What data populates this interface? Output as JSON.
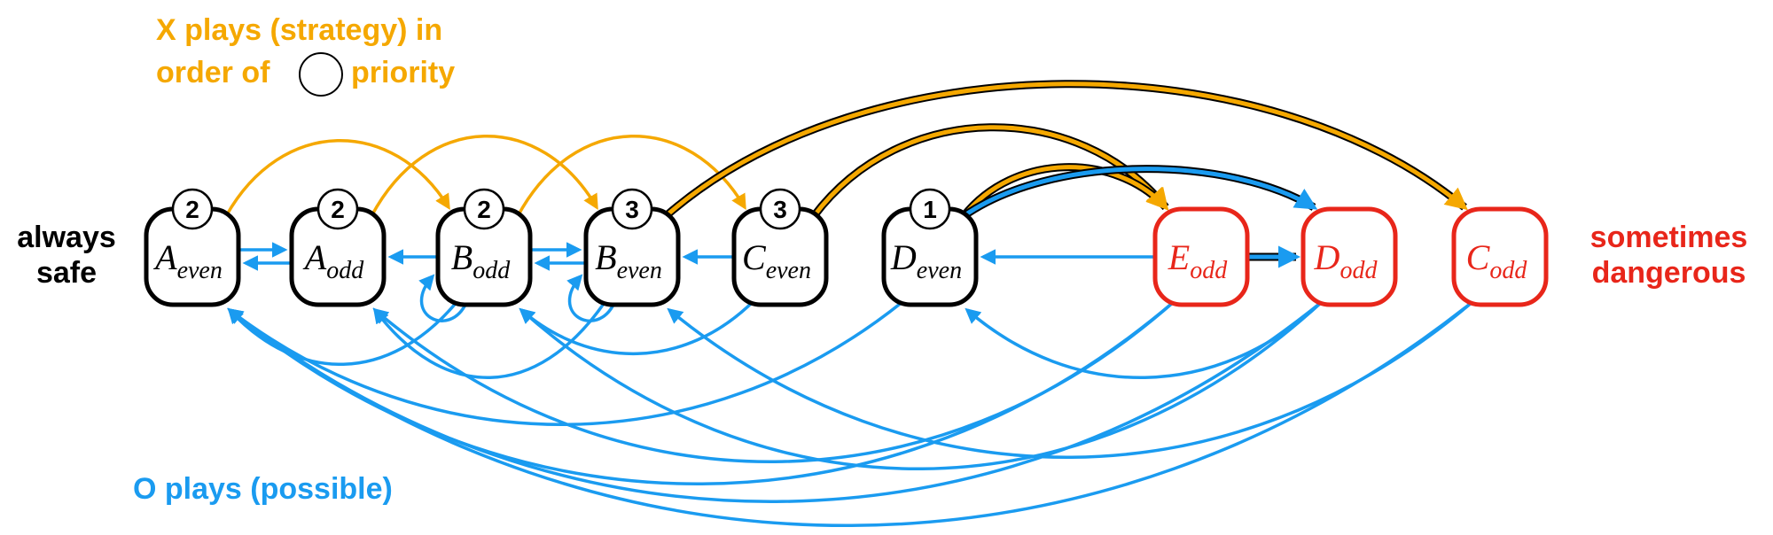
{
  "title": {
    "line1": "X plays (strategy) in",
    "line2_pre": "order of",
    "line2_post": "priority"
  },
  "bottom_label": "O plays (possible)",
  "left_label": {
    "line1": "always",
    "line2": "safe"
  },
  "right_label": {
    "line1": "sometimes",
    "line2": "dangerous"
  },
  "colors": {
    "orange": "#F5A800",
    "blue": "#1A9BF0",
    "red": "#E8261A",
    "black": "#000000"
  },
  "nodes": [
    {
      "id": "Aeven",
      "letter": "A",
      "sub": "even",
      "priority": "2",
      "danger": false
    },
    {
      "id": "Aodd",
      "letter": "A",
      "sub": "odd",
      "priority": "2",
      "danger": false
    },
    {
      "id": "Bodd",
      "letter": "B",
      "sub": "odd",
      "priority": "2",
      "danger": false
    },
    {
      "id": "Beven",
      "letter": "B",
      "sub": "even",
      "priority": "3",
      "danger": false
    },
    {
      "id": "Ceven",
      "letter": "C",
      "sub": "even",
      "priority": "3",
      "danger": false
    },
    {
      "id": "Deven",
      "letter": "D",
      "sub": "even",
      "priority": "1",
      "danger": false
    },
    {
      "id": "Eodd",
      "letter": "E",
      "sub": "odd",
      "priority": null,
      "danger": true
    },
    {
      "id": "Dodd",
      "letter": "D",
      "sub": "odd",
      "priority": null,
      "danger": true
    },
    {
      "id": "Codd",
      "letter": "C",
      "sub": "odd",
      "priority": null,
      "danger": true
    }
  ],
  "edges": [
    {
      "from": "Aeven",
      "to": "Bodd",
      "player": "X",
      "kind": "over"
    },
    {
      "from": "Aodd",
      "to": "Beven",
      "player": "X",
      "kind": "over"
    },
    {
      "from": "Bodd",
      "to": "Ceven",
      "player": "X",
      "kind": "over"
    },
    {
      "from": "Beven",
      "to": "Codd",
      "player": "X",
      "kind": "over",
      "outlined": true
    },
    {
      "from": "Ceven",
      "to": "Eodd",
      "player": "X",
      "kind": "over",
      "outlined": true
    },
    {
      "from": "Deven",
      "to": "Eodd",
      "player": "X",
      "kind": "over",
      "outlined": true
    },
    {
      "from": "Deven",
      "to": "Dodd",
      "player": "O",
      "kind": "over",
      "outlined": true
    },
    {
      "from": "Aeven",
      "to": "Aodd",
      "player": "O",
      "kind": "straight"
    },
    {
      "from": "Aodd",
      "to": "Aeven",
      "player": "O",
      "kind": "straight"
    },
    {
      "from": "Bodd",
      "to": "Aodd",
      "player": "O",
      "kind": "straight"
    },
    {
      "from": "Bodd",
      "to": "Beven",
      "player": "O",
      "kind": "straight"
    },
    {
      "from": "Beven",
      "to": "Bodd",
      "player": "O",
      "kind": "straight"
    },
    {
      "from": "Ceven",
      "to": "Beven",
      "player": "O",
      "kind": "straight"
    },
    {
      "from": "Eodd",
      "to": "Deven",
      "player": "O",
      "kind": "straight"
    },
    {
      "from": "Eodd",
      "to": "Dodd",
      "player": "O",
      "kind": "straight",
      "outlined": true
    },
    {
      "from": "Bodd",
      "to": "Bodd",
      "player": "O",
      "kind": "loop"
    },
    {
      "from": "Beven",
      "to": "Beven",
      "player": "O",
      "kind": "loop"
    },
    {
      "from": "Bodd",
      "to": "Aeven",
      "player": "O",
      "kind": "under"
    },
    {
      "from": "Beven",
      "to": "Aodd",
      "player": "O",
      "kind": "under"
    },
    {
      "from": "Ceven",
      "to": "Bodd",
      "player": "O",
      "kind": "under"
    },
    {
      "from": "Deven",
      "to": "Aeven",
      "player": "O",
      "kind": "under"
    },
    {
      "from": "Eodd",
      "to": "Aodd",
      "player": "O",
      "kind": "under"
    },
    {
      "from": "Eodd",
      "to": "Aeven",
      "player": "O",
      "kind": "under"
    },
    {
      "from": "Dodd",
      "to": "Deven",
      "player": "O",
      "kind": "under"
    },
    {
      "from": "Dodd",
      "to": "Bodd",
      "player": "O",
      "kind": "under"
    },
    {
      "from": "Dodd",
      "to": "Aeven",
      "player": "O",
      "kind": "under"
    },
    {
      "from": "Codd",
      "to": "Beven",
      "player": "O",
      "kind": "under"
    },
    {
      "from": "Codd",
      "to": "Aeven",
      "player": "O",
      "kind": "under"
    }
  ]
}
